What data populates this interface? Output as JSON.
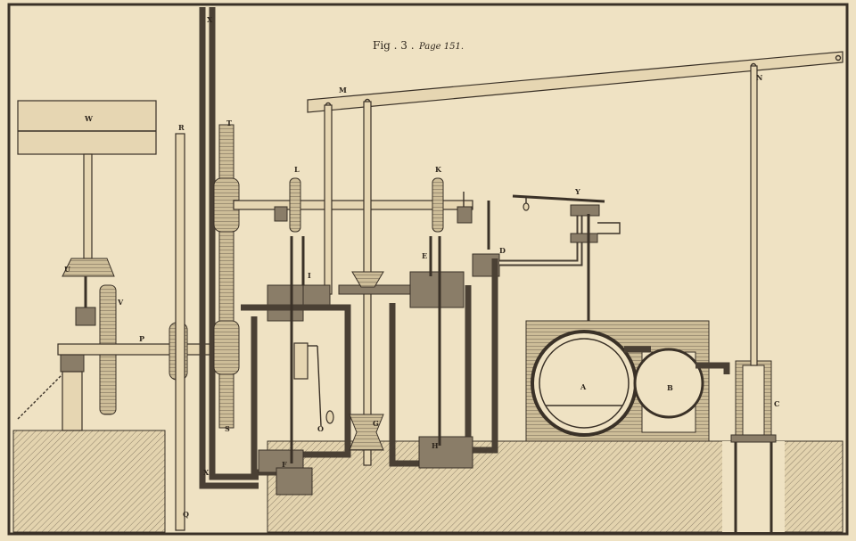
{
  "figure": {
    "title": "Fig . 3 .",
    "page_ref": "Page 151.",
    "labels": {
      "W": "W",
      "R": "R",
      "X_top": "X",
      "X_bottom": "X",
      "T": "T",
      "S": "S",
      "L": "L",
      "K": "K",
      "Y": "Y",
      "M": "M",
      "N": "N",
      "U": "U",
      "V": "V",
      "P": "P",
      "Q": "Q",
      "I": "I",
      "E": "E",
      "D": "D",
      "A": "A",
      "B": "B",
      "C": "C",
      "G": "G",
      "H": "H",
      "F": "F",
      "O": "O"
    }
  },
  "colors": {
    "paper": "#efe2c3",
    "ink": "#3a3127"
  }
}
